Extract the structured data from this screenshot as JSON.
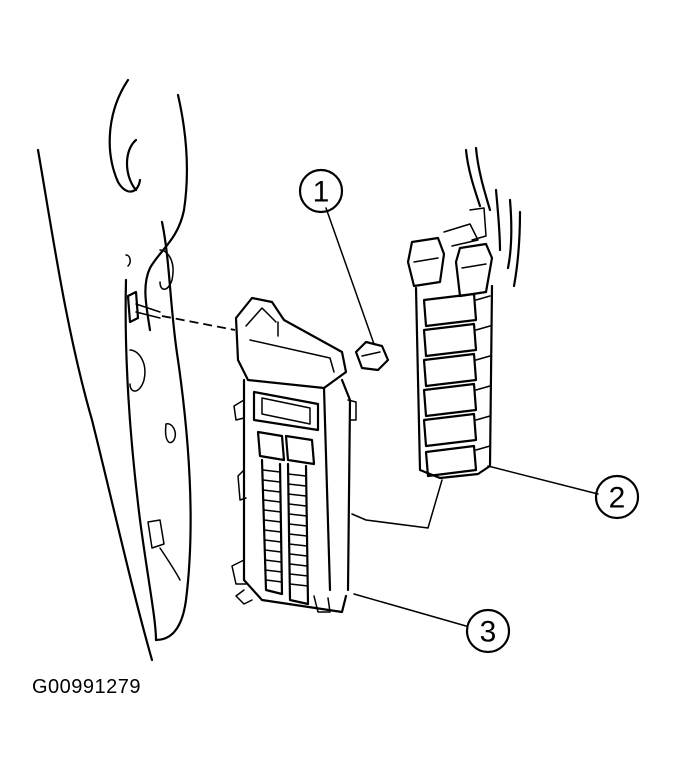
{
  "callouts": [
    {
      "label": "1",
      "part": "nut"
    },
    {
      "label": "2",
      "part": "wiring-harness-connectors"
    },
    {
      "label": "3",
      "part": "fuse-block"
    }
  ],
  "figure_code": "G00991279",
  "colors": {
    "ink": "#000000",
    "background": "#ffffff"
  }
}
